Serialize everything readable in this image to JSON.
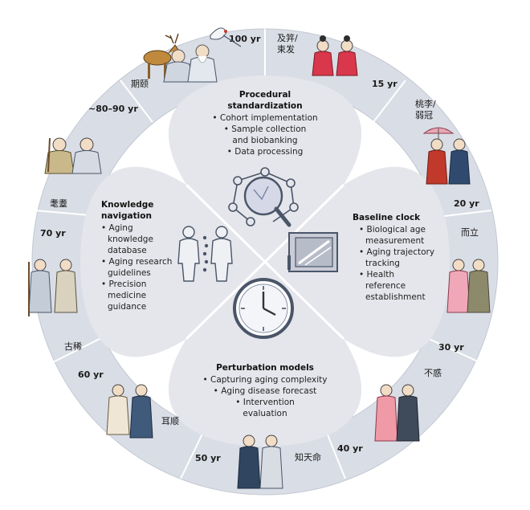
{
  "ring": {
    "ages": [
      "100 yr",
      "15 yr",
      "20 yr",
      "30 yr",
      "40 yr",
      "50 yr",
      "60 yr",
      "70 yr",
      "~80–90 yr"
    ],
    "terms": {
      "jiji": [
        "及笄/",
        "束发"
      ],
      "taoli": [
        "桃李/",
        "弱冠"
      ],
      "erli": "而立",
      "buhuo": "不惑",
      "zhitianming": "知天命",
      "ershun": "耳顺",
      "guxi": "古稀",
      "maodie": "耄耋",
      "qiyi": "期颐"
    }
  },
  "petals": {
    "procedural": {
      "title": [
        "Procedural",
        "standardization"
      ],
      "items": [
        "• Cohort implementation",
        "• Sample collection",
        "and biobanking",
        "• Data processing"
      ]
    },
    "baseline": {
      "title": [
        "Baseline clock"
      ],
      "items": [
        "• Biological age",
        "measurement",
        "• Aging trajectory",
        "tracking",
        "• Health",
        "reference",
        "establishment"
      ]
    },
    "perturbation": {
      "title": [
        "Perturbation models"
      ],
      "items": [
        "• Capturing aging complexity",
        "• Aging disease forecast",
        "• Intervention",
        "evaluation"
      ]
    },
    "knowledge": {
      "title": [
        "Knowledge",
        "navigation"
      ],
      "items": [
        "• Aging",
        "knowledge",
        "database",
        "• Aging research",
        "guidelines",
        "• Precision",
        "medicine",
        "guidance"
      ]
    }
  },
  "colors": {
    "ring": "#d9dde5",
    "ring_edge": "#c3c8d2",
    "petal": "#e4e6eb",
    "center": "#ffffff",
    "icon_stroke": "#4a5568"
  }
}
